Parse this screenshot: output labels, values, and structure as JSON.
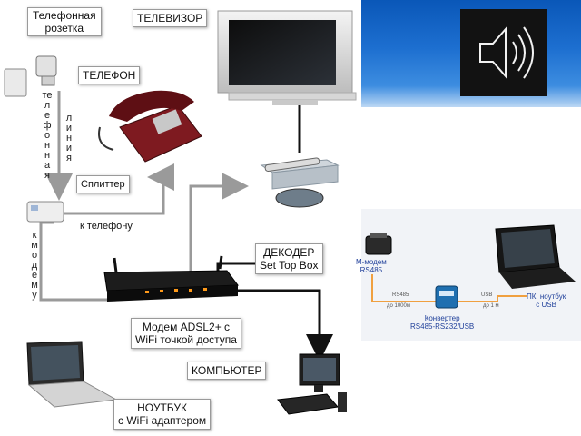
{
  "labels": {
    "phone_socket": [
      "Телефонная",
      "розетка"
    ],
    "tv": "ТЕЛЕВИЗОР",
    "phone": "ТЕЛЕФОН",
    "splitter": "Сплиттер",
    "to_phone": "к телефону",
    "decoder": [
      "ДЕКОДЕР",
      "Set Top Box"
    ],
    "modem": [
      "Модем ADSL2+ с",
      "WiFi точкой доступа"
    ],
    "computer": "КОМПЬЮТЕР",
    "notebook": [
      "НОУТБУК",
      "с WiFi адаптером"
    ],
    "vertical_phone_line": "телефонная",
    "vertical_line": "линия",
    "vertical_to_modem": "к модему"
  },
  "rs_diagram": {
    "modem_label": [
      "M-модем",
      "RS485"
    ],
    "converter_label": [
      "Конвертер",
      "RS485-RS232/USB"
    ],
    "pc_label": [
      "ПК, ноутбук",
      "с USB"
    ],
    "link1_top": "RS485",
    "link1_bottom": "до 1000м",
    "link2_top": "USB",
    "link2_bottom": "до 1 м"
  },
  "colors": {
    "arrow": "#9a9a9a",
    "cable_black": "#111111",
    "blue_panel": "#1d6fd0",
    "rs_line": "#f0a040"
  }
}
